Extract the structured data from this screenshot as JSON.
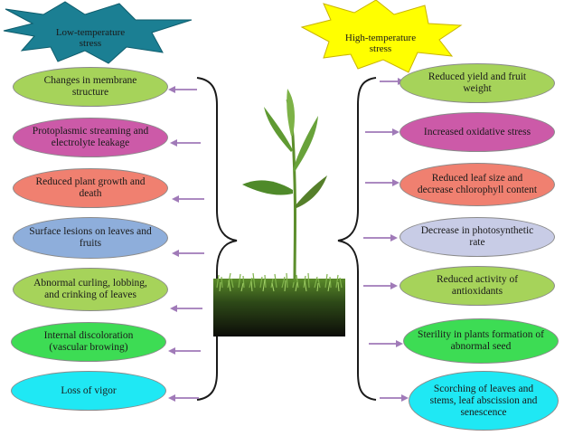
{
  "headers": {
    "left": "Low-temperature stress",
    "right": "High-temperature stress"
  },
  "left_items": [
    "Changes in membrane structure",
    "Protoplasmic streaming and electrolyte leakage",
    "Reduced plant growth and death",
    "Surface lesions on leaves and fruits",
    "Abnormal curling, lobbing, and crinking of leaves",
    "Internal discoloration (vascular browing)",
    "Loss of vigor"
  ],
  "right_items": [
    "Reduced yield and fruit weight",
    "Increased oxidative stress",
    "Reduced leaf size and decrease chlorophyll content",
    "Decrease in photosynthetic rate",
    "Reduced activity of antioxidants",
    "Sterility in plants formation of abnormal seed",
    "Scorching of leaves and stems, leaf abscission and senescence"
  ],
  "colors": {
    "left_star": "#1b7f93",
    "right_star": "#ffff00",
    "arrow": "#a07ab8",
    "bracket": "#1a1a1a",
    "left_ovals": [
      "#a6d35a",
      "#cc5aa8",
      "#f08070",
      "#8eaedb",
      "#a6d35a",
      "#3ddc54",
      "#1fe8f4"
    ],
    "right_ovals": [
      "#a6d35a",
      "#cc5aa8",
      "#f08070",
      "#c8cce6",
      "#a6d35a",
      "#3ddc54",
      "#1fe8f4"
    ]
  },
  "icons": [
    "spiky-star-shape",
    "curly-brace",
    "arrow",
    "seedling-plant"
  ]
}
